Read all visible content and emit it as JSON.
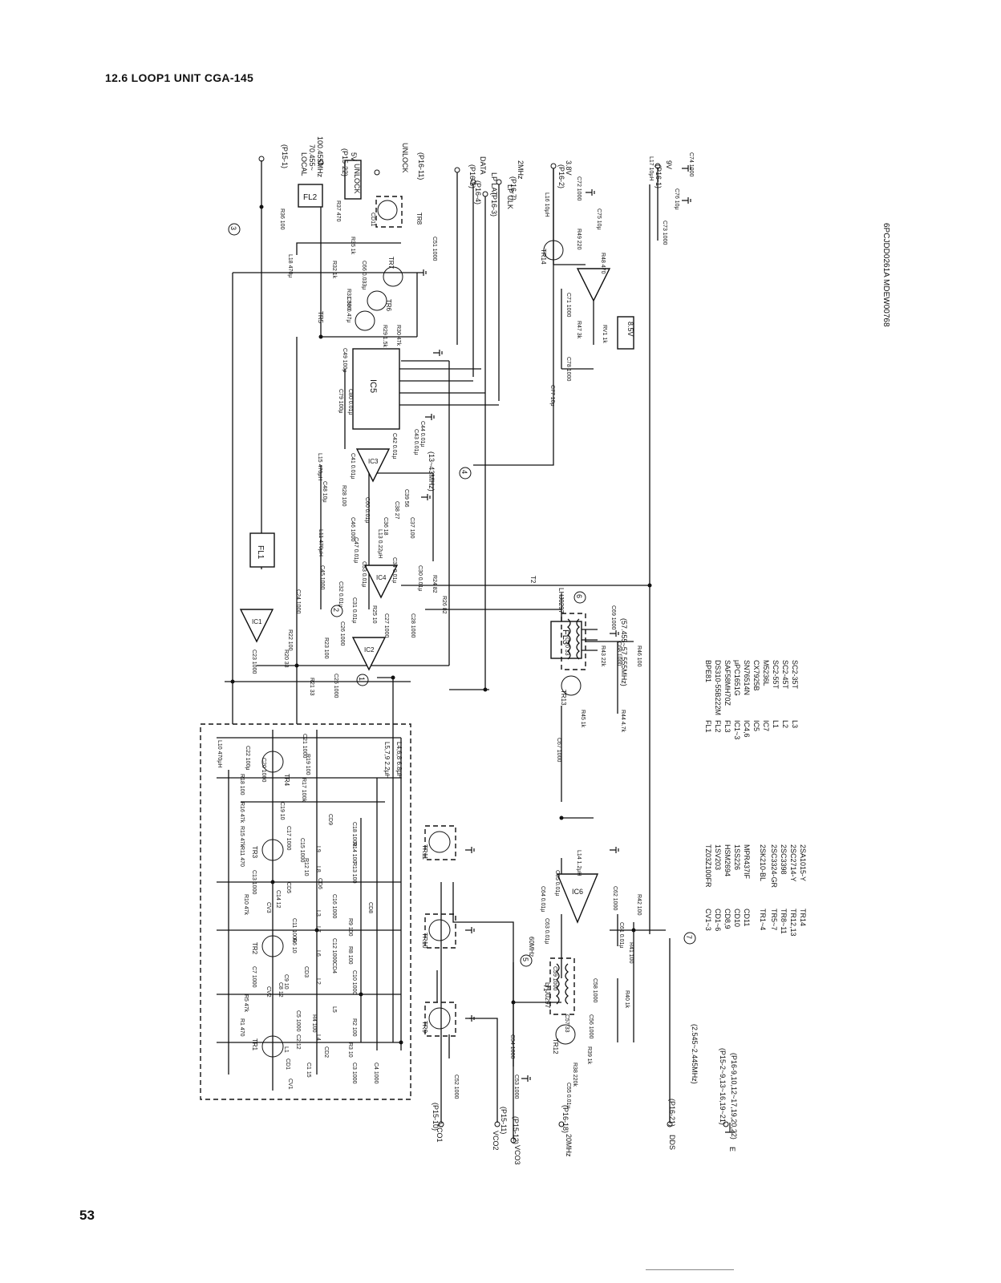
{
  "page": {
    "title": "12.6  LOOP1 UNIT CGA-145",
    "number": "53",
    "doc_code": "6PCJDD0261A MDEW00768"
  },
  "ports_top": [
    {
      "pin": "(P15-1)",
      "name": "LOCAL",
      "value": "70.455~",
      "value2": "100.455MHz"
    },
    {
      "pin": "(P15-22)",
      "name": "5V"
    },
    {
      "pin": "(P16-11)",
      "name": "UNLOCK",
      "boxed": "UNLOCK"
    },
    {
      "pin": "(P16-5)",
      "name": "DATA"
    },
    {
      "pin": "(P16-4)",
      "name": "LP LAT"
    },
    {
      "pin": "(P16-3)",
      "name": "LP CLK"
    },
    {
      "pin": "(P16-7)",
      "name": "2MHz"
    },
    {
      "pin": "(P16-2)",
      "name": "3.8V"
    },
    {
      "pin": "(P16-1)",
      "name": "9V"
    }
  ],
  "ports_bottom": [
    {
      "pin": "(P15-10)",
      "name": "VCO1"
    },
    {
      "pin": "(P15-11)",
      "name": "VCO2"
    },
    {
      "pin": "(P15-12)",
      "name": "VCO3"
    },
    {
      "pin": "(P16-18)",
      "name": "20MHz"
    },
    {
      "pin": "(P16-21)",
      "name": "DDS",
      "freq": "(2.545~2.445MHz)"
    }
  ],
  "ground_note": {
    "line1": "(P15-2~9,13~16,19~21)",
    "line2": "(P16-9,10,12~17,19,20,22)",
    "label": "E"
  },
  "blocks": [
    {
      "name": "FL1"
    },
    {
      "name": "FL2"
    },
    {
      "name": "FL3",
      "freq": "(57.455~57.555MHz)"
    },
    {
      "name": "IC1"
    },
    {
      "name": "IC2"
    },
    {
      "name": "IC3"
    },
    {
      "name": "IC4"
    },
    {
      "name": "IC5"
    },
    {
      "name": "IC6"
    }
  ],
  "labels": {
    "ic5_freq": "(13~43MHz)",
    "ref_8v5": "8.5V",
    "t1": "T1",
    "t1_part": "LHJ0297",
    "t1_freq": "60MHz",
    "t2": "T2",
    "t2_part": "LHJ0297",
    "l5_7_9": "L5,7,9   2.2μH",
    "l4_6_8": "L4,6,8   6.8μH"
  },
  "node_markers": [
    "1",
    "2",
    "3",
    "4",
    "5",
    "6",
    "7"
  ],
  "transistors": [
    "TR1",
    "TR2",
    "TR3",
    "TR4",
    "TR5",
    "TR6",
    "TR7",
    "TR8",
    "TR9",
    "TR10",
    "TR11",
    "TR12",
    "TR13",
    "TR14"
  ],
  "parts_table_left": [
    {
      "ref": "CV1~3",
      "part": "TZ03Z100FR"
    },
    {
      "ref": "CD1~6",
      "part": "1SV203"
    },
    {
      "ref": "CD8,9",
      "part": "HSM2694"
    },
    {
      "ref": "CD10",
      "part": "1SS226"
    },
    {
      "ref": "CD11",
      "part": "MPR437IF"
    },
    {
      "ref": "TR1~4",
      "part": "2SK210-BL"
    },
    {
      "ref": "TR5~7",
      "part": "2SC3324-GR"
    },
    {
      "ref": "TR8~11",
      "part": "2SC3398"
    },
    {
      "ref": "TR12,13",
      "part": "2SC2714-Y"
    },
    {
      "ref": "TR14",
      "part": "2SA1015-Y"
    }
  ],
  "parts_table_right": [
    {
      "ref": "FL1",
      "part": "BPE81"
    },
    {
      "ref": "FL2",
      "part": "DS310-55B222M"
    },
    {
      "ref": "FL3",
      "part": "SAF58MH70Z"
    },
    {
      "ref": "IC1~3",
      "part": "μPC1651G"
    },
    {
      "ref": "IC4,6",
      "part": "SN76514N"
    },
    {
      "ref": "IC5",
      "part": "CX7925B"
    },
    {
      "ref": "IC7",
      "part": "M5236L"
    },
    {
      "ref": "L1",
      "part": "SC2-55T"
    },
    {
      "ref": "L2",
      "part": "SC2-45T"
    },
    {
      "ref": "L3",
      "part": "SC2-35T"
    }
  ],
  "components": {
    "r36": "R36 100",
    "r37": "R37 470",
    "cd11": "CD11",
    "c51": "C51 1000",
    "r35": "R35 1k",
    "l18": "L18 470μ",
    "r32": "R32 1k",
    "c66": "C66 0.033μ",
    "r31": "R31 330",
    "c50": "C50 0.47μ",
    "tr5": "TR5",
    "c49": "C49 100μ",
    "r29": "R29 1.5k",
    "r30": "R30 47k",
    "c79": "C79 100μ",
    "c80": "C80 0.01μ",
    "c44": "C44 0.01μ",
    "c43": "C43 0.01μ",
    "c42": "C42 0.01μ",
    "l15": "L15 470μH",
    "c41": "C41 0.01μ",
    "c48": "C48 10μ",
    "r28": "R28 100",
    "c46": "C46 1000",
    "c39": "C39 56",
    "c38": "C38 27",
    "c37": "C37 100",
    "c36": "C36 18",
    "l13": "L13 0.22μH",
    "c60": "C60 0.01μ",
    "c47": "C47 0.01μ",
    "l11": "L11 470μH",
    "c45": "C45 1000",
    "c33": "C33 0.01μ",
    "c34": "C34 0.01μ",
    "c30": "C30 0.01μ",
    "r24": "R24 82",
    "r26": "R26 82",
    "c32": "C32 0.01μ",
    "c31": "C31 0.01μ",
    "r25": "R25 10",
    "c26": "C26 1000",
    "c27": "C27 1000",
    "c28": "C28 1000",
    "r23": "R23 100",
    "c24": "C24 1000",
    "r22": "R22 100",
    "c23": "C23 1000",
    "r20": "R20 33",
    "r21": "R21 33",
    "c25": "C25 1000",
    "l16": "L16 10μH",
    "c72": "C72 1000",
    "c75": "C75 10μ",
    "r49": "R49 220",
    "r48": "R48 470",
    "c71": "C71 1000",
    "r47": "R47 3k",
    "rv1": "RV1 1k",
    "c78": "C78 1000",
    "c77": "C77 10μ",
    "l17": "L17 10μH",
    "c74": "C74 1000",
    "c76": "C76 10μ",
    "c73": "C73 1000",
    "c69": "C69 1000",
    "c68": "C68 1000",
    "r46": "R46 100",
    "c70": "C70 33",
    "r43": "R43 22k",
    "r45": "R45 1k",
    "r44": "R44 4.7k",
    "c67": "C67 1000",
    "l14": "L14 1.2μH",
    "c65": "C65 0.01μ",
    "c64": "C64 0.01μ",
    "c63": "C63 0.01μ",
    "c62": "C62 1000",
    "r42": "R42 100",
    "c61": "C61 0.01μ",
    "r41": "R41 100",
    "c59": "C59 1000",
    "c58": "C58 1000",
    "c57": "C57 33",
    "c56": "C56 1000",
    "r40": "R40 1k",
    "r39": "R39 1k",
    "r38": "R38 220k",
    "c55": "C55 0.01μ",
    "c52": "C52 1000",
    "c53": "C53 1000",
    "c54": "C54 1000",
    "l10": "L10 470μH",
    "c22": "C22 100μ",
    "c20": "C20 1000",
    "c21": "C21 1000",
    "r19": "R19 100",
    "r18": "R18 100",
    "r17": "R17 100k",
    "r16": "R16 47k",
    "c19": "C19 10",
    "r15": "R15 47k",
    "r11": "R11 470",
    "c17": "C17 1000",
    "cd9": "CD9",
    "c18": "C18 1000",
    "r14": "R14 100",
    "r13": "R13 100",
    "l9": "L9",
    "l8": "L8",
    "c16": "C16 1000",
    "cd8": "CD8",
    "r12": "R12 10",
    "c15": "C15 1000",
    "c6": "CD6",
    "cd5": "CD5",
    "r10": "R10 47k",
    "c13": "C13 1000",
    "cv3": "CV3",
    "c14": "C14 12",
    "l3": "L3",
    "l7": "L7",
    "r9": "R9 100",
    "c11": "C11 1000",
    "r8": "R8 100",
    "c12": "C12 1000",
    "r6": "R6 10",
    "l6": "L6",
    "cd4": "CD4",
    "c10": "C10 1000",
    "cd3": "CD3",
    "c9": "C9 10",
    "c7": "C7 1000",
    "cv2": "CV2",
    "c8": "C8 12",
    "l2": "L2",
    "r5": "R5 47k",
    "r1": "R1 470",
    "c5": "C5 1000",
    "r4": "R4 100",
    "l5": "L5",
    "c2": "C2 12",
    "l4": "L4",
    "r2": "R2 100",
    "r3": "R3 10",
    "cd2": "CD2",
    "cd1": "CD1",
    "c1": "C1 15",
    "c3": "C3 1000",
    "c4": "C4 1000",
    "cv1": "CV1",
    "l1": "L1"
  }
}
